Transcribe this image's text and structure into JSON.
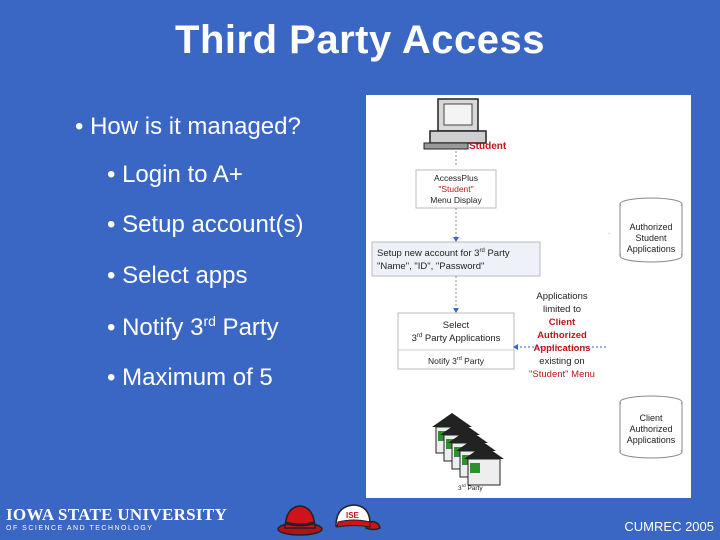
{
  "title": "Third Party Access",
  "bullets": [
    "• How is it managed?",
    "• Login to A+",
    "• Setup account(s)",
    "• Select apps",
    "• Notify 3",
    "• Maximum of 5"
  ],
  "bullet_sup": "rd",
  "bullet_tail": " Party",
  "diagram": {
    "student_label": "Student",
    "box1": [
      "AccessPlus",
      "\"Student\"",
      "Menu Display"
    ],
    "box2_line1_a": "Setup new account for 3",
    "box2_line1_sup": "rd",
    "box2_line1_b": " Party",
    "box2_line2": "\"Name\", \"ID\", \"Password\"",
    "db1": [
      "Authorized",
      "Student",
      "Applications"
    ],
    "box3_line1": "Select",
    "box3_line2_a": "3",
    "box3_line2_sup": "rd",
    "box3_line2_b": " Party Applications",
    "box3_line3_a": "Notify 3",
    "box3_line3_sup": "rd",
    "box3_line3_b": " Party",
    "limit_lines": [
      "Applications",
      "limited to",
      "Client",
      "Authorized",
      "Applications",
      "existing on",
      "\"Student\" Menu"
    ],
    "db2": [
      "Client",
      "Authorized",
      "Applications"
    ],
    "houses_label_a": "3",
    "houses_label_sup": "rd",
    "houses_label_b": " Party"
  },
  "footer": {
    "university": "IOWA STATE UNIVERSITY",
    "subtitle": "OF SCIENCE AND TECHNOLOGY",
    "credit": "CUMREC 2005"
  },
  "colors": {
    "background": "#3a66c4",
    "accent_red": "#c0151b",
    "text_white": "#ffffff"
  }
}
